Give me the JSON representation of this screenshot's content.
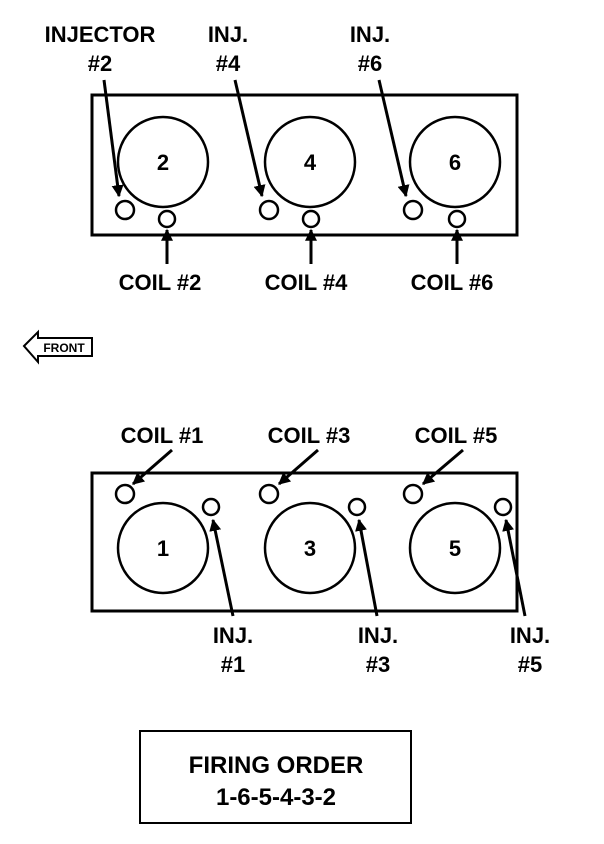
{
  "top_bank": {
    "injector_labels": [
      {
        "line1": "INJECTOR",
        "line2": "#2"
      },
      {
        "line1": "INJ.",
        "line2": "#4"
      },
      {
        "line1": "INJ.",
        "line2": "#6"
      }
    ],
    "cylinders": [
      "2",
      "4",
      "6"
    ],
    "coil_labels": [
      "COIL #2",
      "COIL #4",
      "COIL #6"
    ]
  },
  "front_label": "FRONT",
  "bottom_bank": {
    "coil_labels": [
      "COIL #1",
      "COIL #3",
      "COIL #5"
    ],
    "cylinders": [
      "1",
      "3",
      "5"
    ],
    "injector_labels": [
      {
        "line1": "INJ.",
        "line2": "#1"
      },
      {
        "line1": "INJ.",
        "line2": "#3"
      },
      {
        "line1": "INJ.",
        "line2": "#5"
      }
    ]
  },
  "firing_order": {
    "title": "FIRING ORDER",
    "sequence": "1-6-5-4-3-2"
  },
  "colors": {
    "ink": "#000000",
    "background": "#ffffff"
  }
}
